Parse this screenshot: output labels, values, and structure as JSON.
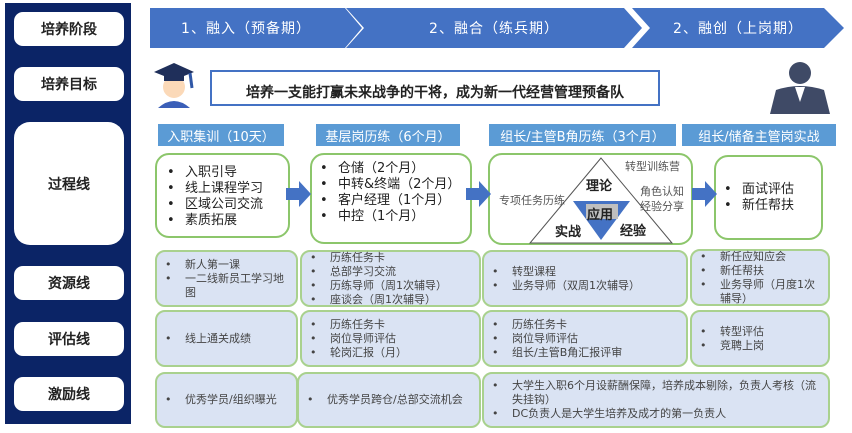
{
  "left_labels": [
    "培养阶段",
    "培养目标",
    "过程线",
    "资源线",
    "评估线",
    "激励线"
  ],
  "stages": [
    "1、融入（预备期）",
    "2、融合（练兵期）",
    "2、融创（上岗期）"
  ],
  "goal": "培养一支能打赢未来战争的干将，成为新一代经营管理预备队",
  "sub_headers": [
    "入职集训（10天）",
    "基层岗历练（6个月）",
    "组长/主管B角历练（3个月）",
    "组长/储备主管岗实战"
  ],
  "process": {
    "col1": [
      "入职引导",
      "线上课程学习",
      "区域公司交流",
      "素质拓展"
    ],
    "col2": [
      "仓储（2个月）",
      "中转&终端（2个月）",
      "客户经理（1个月）",
      "中控（1个月）"
    ],
    "col3": {
      "theory": "理论",
      "apply": "应用",
      "practice": "实战",
      "experience": "经验",
      "left_note": "专项任务历练",
      "top_note": "转型训练营",
      "right_note_1": "角色认知",
      "right_note_2": "经验分享"
    },
    "col4": [
      "面试评估",
      "新任帮扶"
    ]
  },
  "resource": [
    [
      "新人第一课",
      "一二线新员工学习地图"
    ],
    [
      "历练任务卡",
      "总部学习交流",
      "历练导师（周1次辅导）",
      "座谈会（周1次辅导）"
    ],
    [
      "转型课程",
      "业务导师（双周1次辅导）"
    ],
    [
      "新任应知应会",
      "新任帮扶",
      "业务导师（月度1次辅导）"
    ]
  ],
  "evaluation": [
    [
      "线上通关成绩"
    ],
    [
      "历练任务卡",
      "岗位导师评估",
      "轮岗汇报（月）"
    ],
    [
      "历练任务卡",
      "岗位导师评估",
      "组长/主管B角汇报评审"
    ],
    [
      "转型评估",
      "竞聘上岗"
    ]
  ],
  "incentive": [
    [
      "优秀学员/组织曝光"
    ],
    [
      "优秀学员跨仓/总部交流机会"
    ],
    [
      "大学生入职6个月设薪酬保障，培养成本剔除，负责人考核（流失挂钩）",
      "DC负责人是大学生培养及成才的第一负责人"
    ]
  ],
  "icons": {
    "graduate": "graduate-avatar-icon",
    "manager": "businessman-icon",
    "arrow": "arrow-right-icon"
  },
  "colors": {
    "navy": "#0b2466",
    "blue": "#4472c4",
    "light_blue": "#5b9bd5",
    "green": "#8cc66b",
    "cell": "#dae3f3"
  }
}
